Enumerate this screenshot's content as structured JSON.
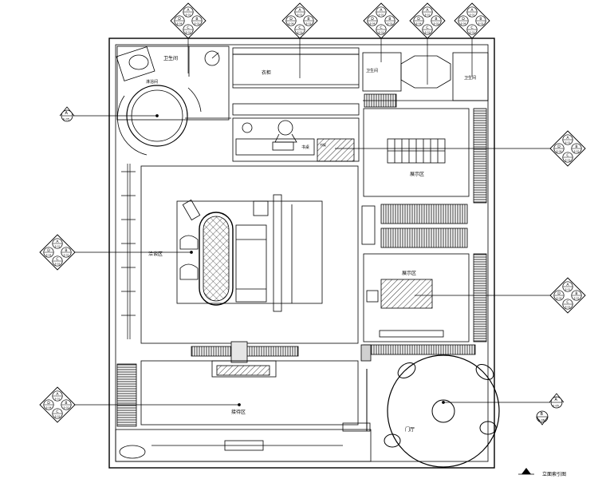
{
  "rooms": {
    "bath": "卫生间",
    "shower": "淋浴间",
    "wardrobe": "衣柜",
    "toilet_left": "卫生间",
    "toilet_right": "卫生间",
    "desk": "书桌",
    "shelf": "书架",
    "display_top": "展示区",
    "meeting": "洽谈区",
    "display_mid": "展示区",
    "reception": "接待区",
    "hall": "门厅"
  },
  "legend": {
    "title": "立面索引图"
  },
  "indices": {
    "letters": [
      "A",
      "B",
      "C",
      "D"
    ],
    "sheet_codes": [
      "E-01",
      "E-02",
      "E-03",
      "E-04"
    ],
    "single_letter": "A",
    "single_sheet": "E-05",
    "small_letter": "B",
    "small_sheet": "E-06"
  },
  "colors": {
    "line": "#000000",
    "background": "#ffffff"
  }
}
